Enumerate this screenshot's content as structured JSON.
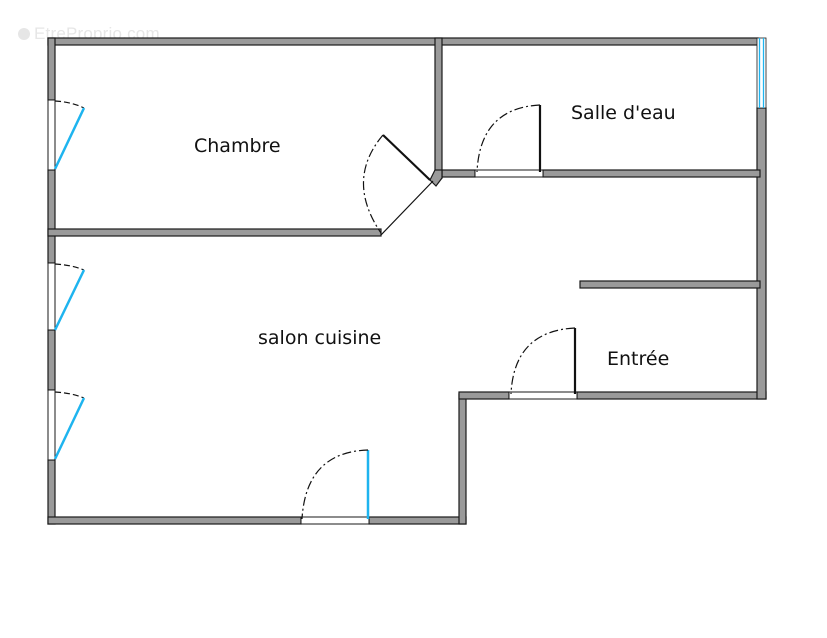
{
  "watermark": {
    "text": "EtreProprio.com"
  },
  "colors": {
    "wall_fill": "#9a9a9a",
    "wall_stroke": "#1a1a1a",
    "window_glass": "#1eb4ef",
    "door_leaf": "#111111",
    "background": "#ffffff"
  },
  "rooms": [
    {
      "id": "chambre",
      "label": "Chambre"
    },
    {
      "id": "salle-deau",
      "label": "Salle d'eau"
    },
    {
      "id": "salon-cuisine",
      "label": "salon cuisine"
    },
    {
      "id": "entree",
      "label": "Entrée"
    }
  ],
  "openings": {
    "windows": [
      "chambre-west",
      "salon-west-upper",
      "salon-west-lower",
      "salle-deau-east"
    ],
    "doors": [
      "chambre-door",
      "salle-deau-door",
      "entree-door",
      "front-door-south"
    ]
  }
}
